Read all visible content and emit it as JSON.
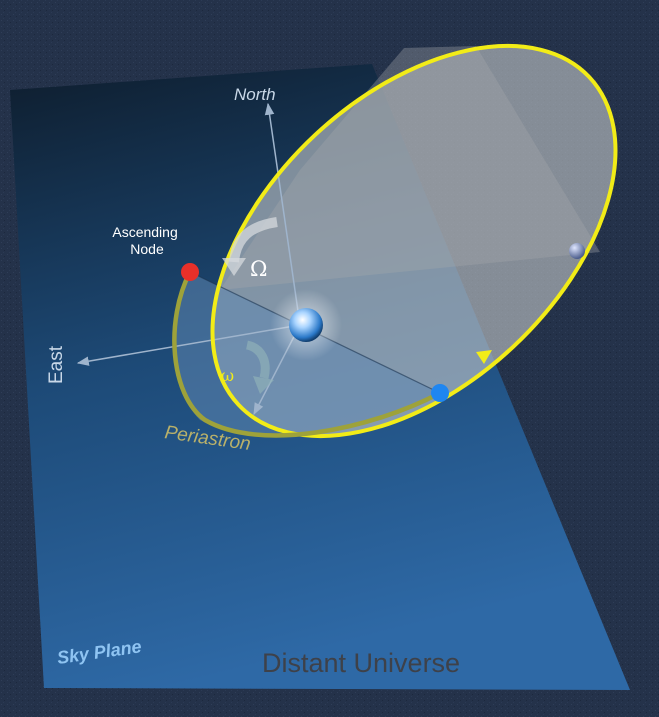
{
  "labels": {
    "north": "North",
    "east": "East",
    "ascending_node": [
      "Ascending",
      "Node"
    ],
    "omega_upper": "Ω",
    "omega_lower": "ω",
    "periastron": "Periastron",
    "sky_plane": "Sky Plane",
    "distant_universe": "Distant Universe"
  },
  "colors": {
    "orbit": "#f2ec17",
    "ascending_node_dot": "#e8302a",
    "periastron_dot": "#1f86f0",
    "sky_plane_top": "#0e1d2d",
    "sky_plane_bottom": "#2e69a6",
    "background": "#24324a",
    "periastron_text": "#b9b16a",
    "direction_arrow": "#f2ec17"
  }
}
